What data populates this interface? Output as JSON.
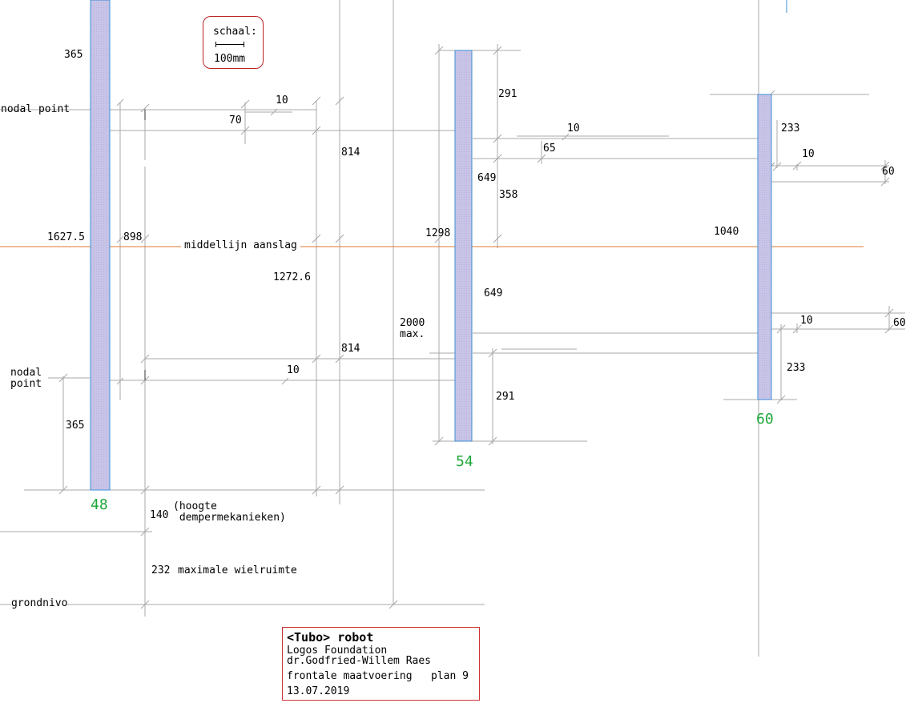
{
  "scale": {
    "label": "schaal:",
    "unit": "100mm"
  },
  "title_block": {
    "title": "<Tubo> robot",
    "organization": "Logos Foundation",
    "author": "dr.Godfried-Willem Raes",
    "subtitle": "frontale maatvoering   plan 9",
    "date": "13.07.2019"
  },
  "labels": {
    "nodal_top": "nodal point",
    "nodal_bottom": "nodal\npoint",
    "centerline": "middellijn aanslag",
    "ground": "grondnivo",
    "damper": "(hoogte\n dempermekanieken)",
    "wheel": "maximale wielruimte",
    "max_total": "2000\nmax."
  },
  "tubes": [
    {
      "id": "48",
      "number": "48"
    },
    {
      "id": "54",
      "number": "54"
    },
    {
      "id": "60",
      "number": "60"
    }
  ],
  "dimensions": {
    "t48_top": "365",
    "t48_center": "1627.5",
    "t48_inner": "898",
    "t48_bottom": "365",
    "offset_10_top": "10",
    "offset_70": "70",
    "span_814_top": "814",
    "span_1272": "1272.6",
    "span_814_bottom": "814",
    "offset_10_bottom": "10",
    "damper_height": "140",
    "wheel_space": "232",
    "t54_top": "291",
    "t54_649_top": "649",
    "t54_358": "358",
    "t54_center": "1298",
    "t54_649_bottom": "649",
    "t54_bottom": "291",
    "t54_10": "10",
    "t54_65": "65",
    "t60_top": "233",
    "t60_10_top": "10",
    "t60_60_top": "60",
    "t60_center": "1040",
    "t60_10_bottom": "10",
    "t60_60_bottom": "60",
    "t60_bottom": "233"
  },
  "colors": {
    "tube_fill": "#c8c4e8",
    "tube_border": "#3b8fd6",
    "centerline": "#e07b2c",
    "dim_line": "#9a9a9a",
    "number": "#1fa83a",
    "frame": "#cc2222"
  }
}
